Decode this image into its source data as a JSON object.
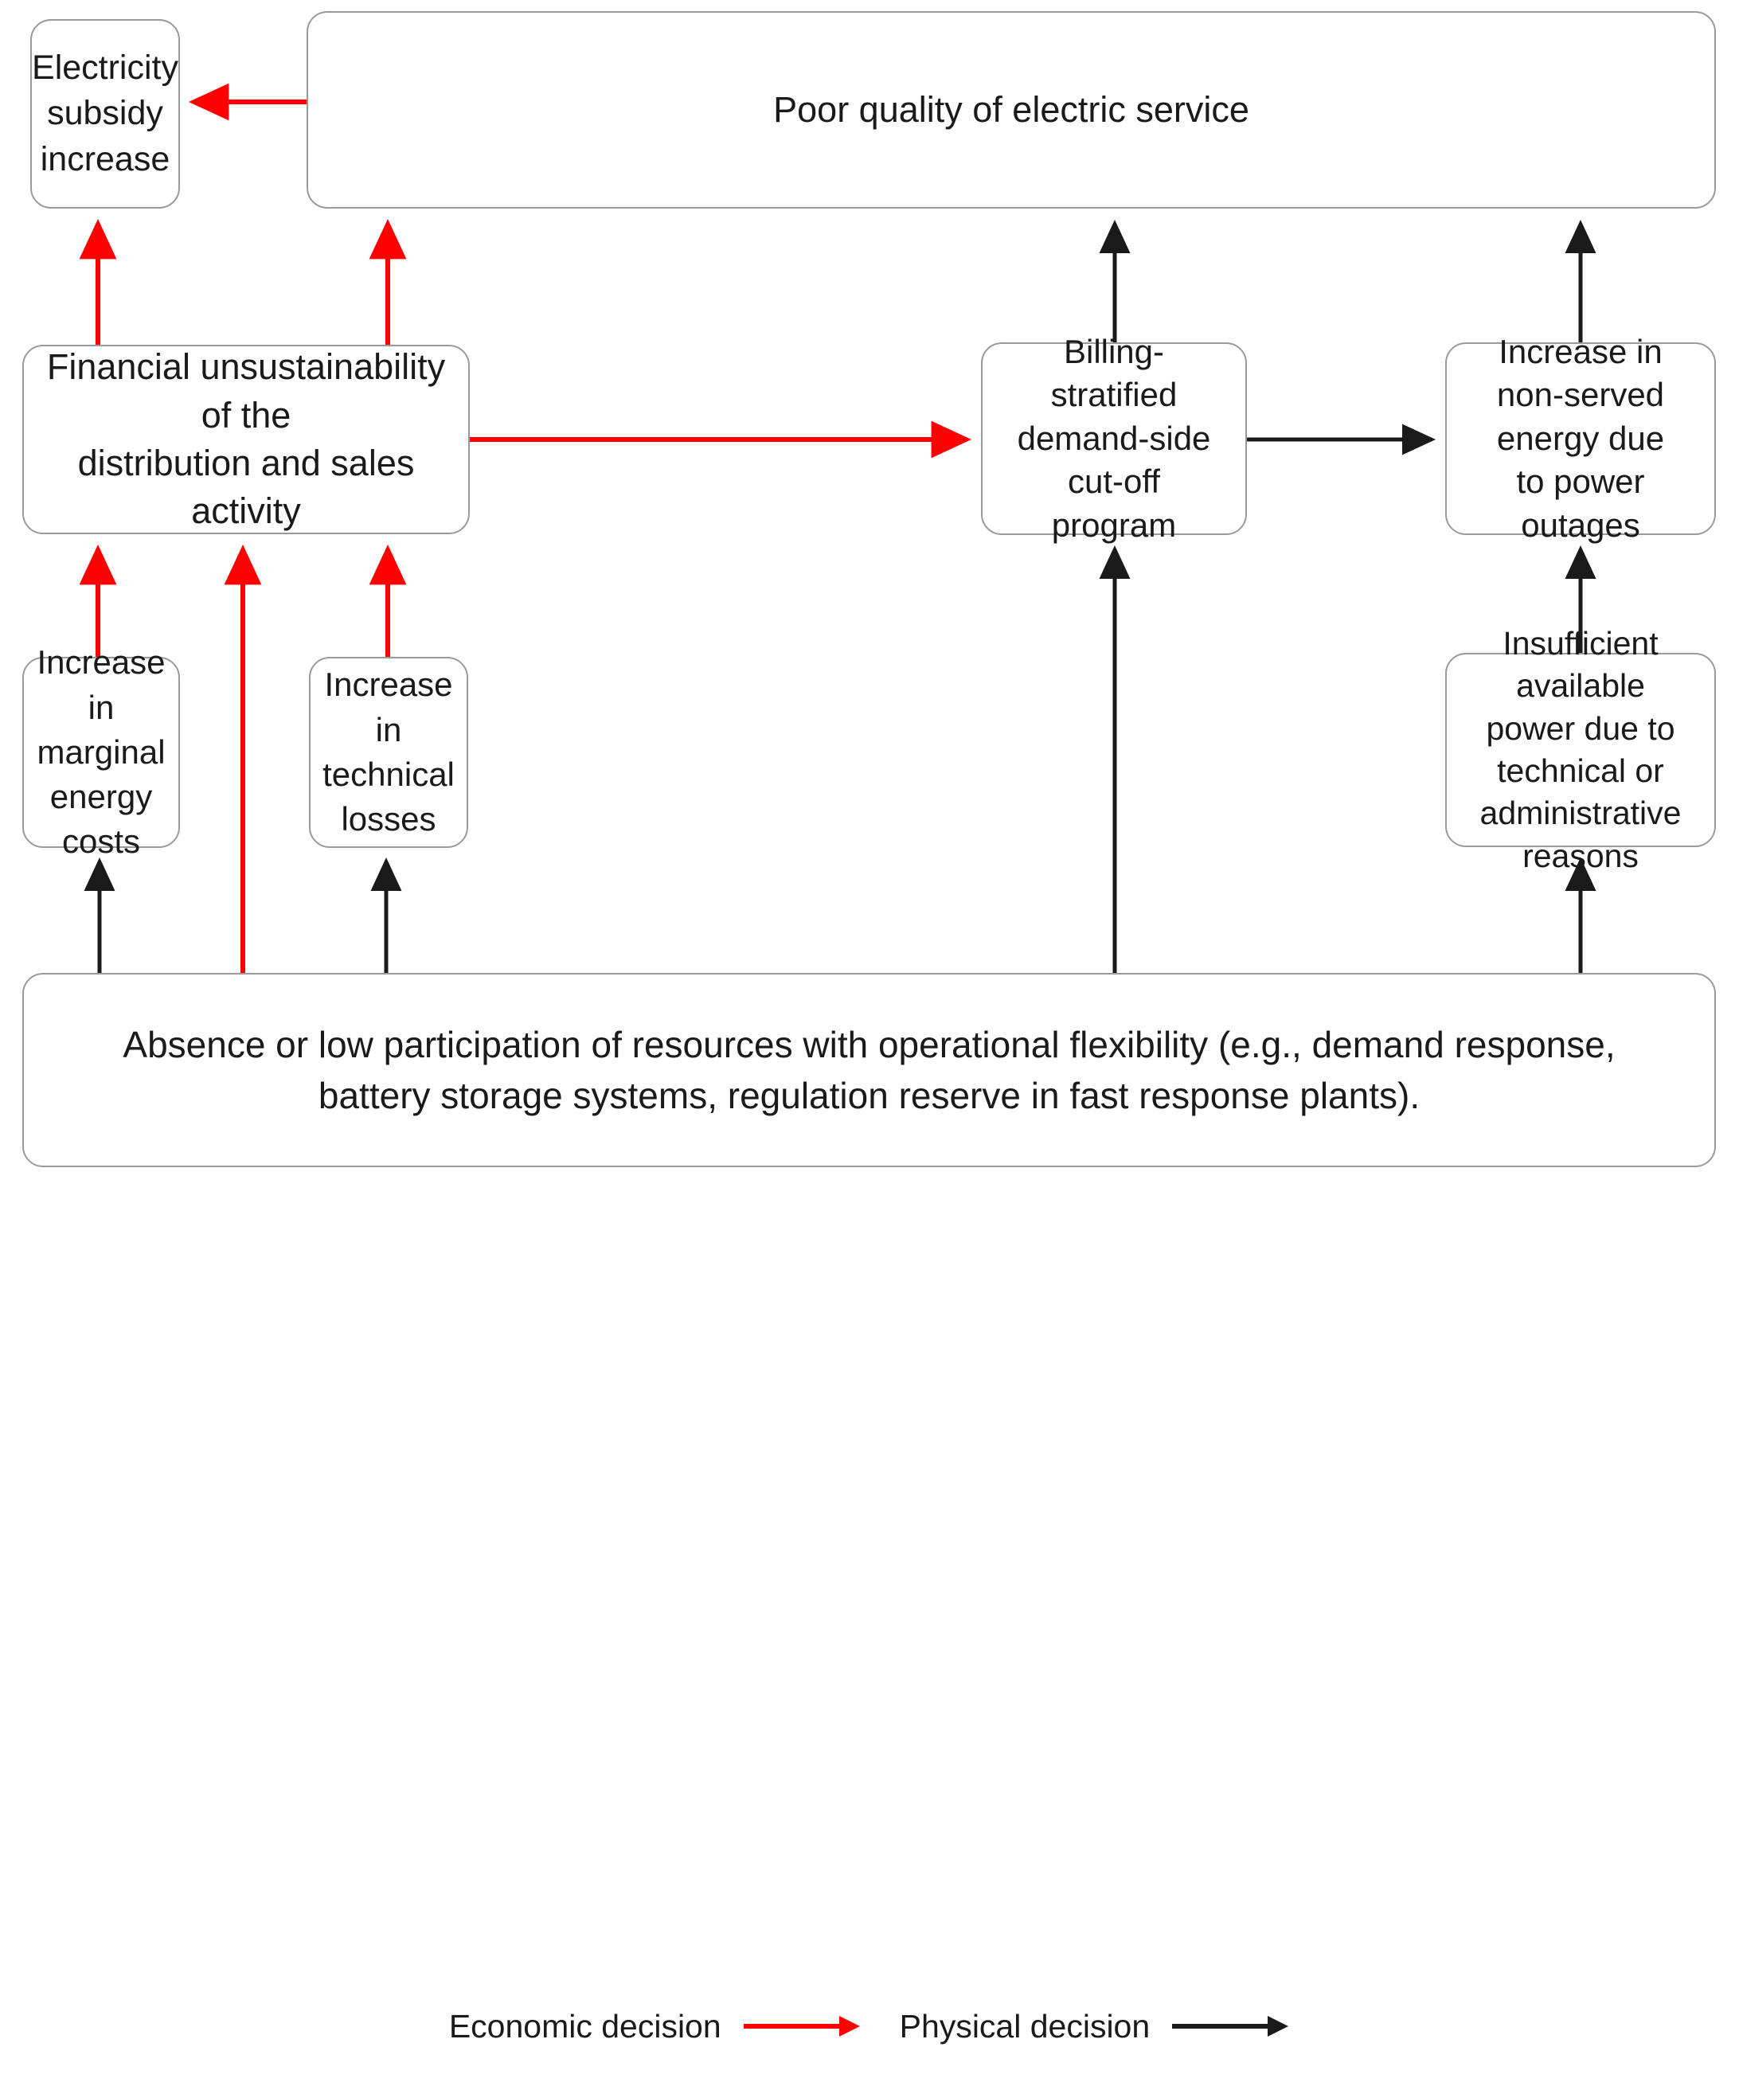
{
  "diagram": {
    "title": "Causal chain of poor electric service quality",
    "colors": {
      "economic_decision": "#ff0000",
      "physical_decision": "#1a1a1a",
      "node_border": "#9a9a9a",
      "node_fill": "#ffffff",
      "text": "#1a1a1a"
    },
    "nodes": [
      {
        "id": "subsidy",
        "label": "Electricity\nsubsidy\nincrease"
      },
      {
        "id": "poor_quality",
        "label": "Poor quality of electric service"
      },
      {
        "id": "financial",
        "label": "Financial unsustainability of the\ndistribution and sales activity"
      },
      {
        "id": "billing",
        "label": "Billing-\nstratified\ndemand-side\ncut-off\nprogram"
      },
      {
        "id": "non_served",
        "label": "Increase in\nnon-served\nenergy due\nto power\noutages"
      },
      {
        "id": "marginal",
        "label": "Increase in\nmarginal\nenergy costs"
      },
      {
        "id": "technical",
        "label": "Increase in\ntechnical\nlosses"
      },
      {
        "id": "insufficient",
        "label": "Insufficient\navailable\npower due to\ntechnical or\nadministrative\nreasons"
      },
      {
        "id": "absence",
        "label": "Absence or low participation of resources with operational flexibility (e.g., demand response, battery storage systems, regulation reserve in fast response plants)."
      }
    ],
    "edges": [
      {
        "from": "poor_quality",
        "to": "subsidy",
        "kind": "economic"
      },
      {
        "from": "financial",
        "to": "subsidy",
        "kind": "economic"
      },
      {
        "from": "financial",
        "to": "poor_quality",
        "kind": "economic"
      },
      {
        "from": "financial",
        "to": "billing",
        "kind": "economic"
      },
      {
        "from": "marginal",
        "to": "financial",
        "kind": "economic"
      },
      {
        "from": "absence",
        "to": "financial",
        "kind": "economic"
      },
      {
        "from": "technical",
        "to": "financial",
        "kind": "economic"
      },
      {
        "from": "billing",
        "to": "poor_quality",
        "kind": "physical"
      },
      {
        "from": "billing",
        "to": "non_served",
        "kind": "physical"
      },
      {
        "from": "non_served",
        "to": "poor_quality",
        "kind": "physical"
      },
      {
        "from": "insufficient",
        "to": "non_served",
        "kind": "physical"
      },
      {
        "from": "absence",
        "to": "marginal",
        "kind": "physical"
      },
      {
        "from": "absence",
        "to": "technical",
        "kind": "physical"
      },
      {
        "from": "absence",
        "to": "billing",
        "kind": "physical"
      },
      {
        "from": "absence",
        "to": "insufficient",
        "kind": "physical"
      }
    ]
  },
  "legend": {
    "economic": {
      "label": "Economic decision",
      "arrow_color": "#ff0000",
      "icon": "arrow-right-icon"
    },
    "physical": {
      "label": "Physical decision",
      "arrow_color": "#1a1a1a",
      "icon": "arrow-right-icon"
    }
  }
}
